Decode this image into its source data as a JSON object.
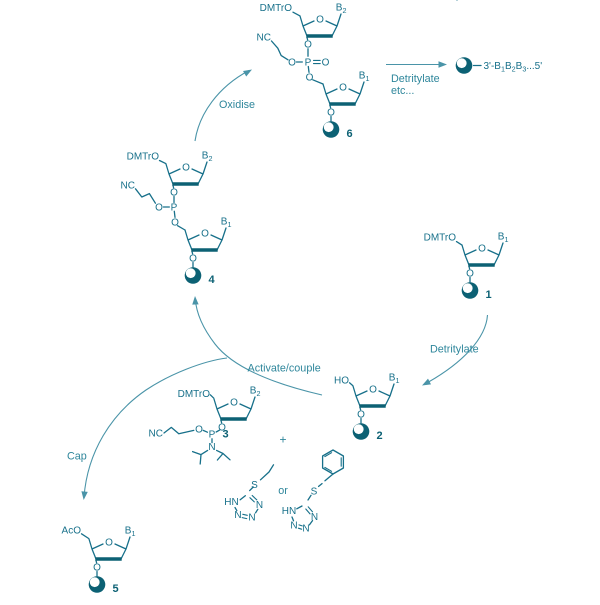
{
  "colors": {
    "ink": "#17708a",
    "bold": "#0c6174",
    "arrow": "#4a94a8",
    "step": "#2e869b"
  },
  "cycle_labels": {
    "oxidise": "Oxidise",
    "detritylate_top": "Detritylate",
    "detritylate_top_cont": "etc...",
    "detritylate_right": "Detritylate",
    "activate_couple": "Activate/couple",
    "cap": "Cap",
    "or": "or",
    "plus": "+"
  },
  "product": {
    "pre": "3'-B",
    "s1": "1",
    "b2": "B",
    "s2": "2",
    "b3": "B",
    "s3": "3",
    "post": "...5'"
  },
  "atoms": {
    "O": "O",
    "P": "P",
    "N": "N",
    "S": "S",
    "HN": "HN",
    "NC": "NC",
    "HO": "HO",
    "AcO": "AcO",
    "DMTrO": "DMTrO",
    "B": "B",
    "b1_sub": "1",
    "b2_sub": "2"
  },
  "structure_numbers": {
    "s1": "1",
    "s2": "2",
    "s3": "3",
    "s4": "4",
    "s5": "5",
    "s6": "6"
  }
}
